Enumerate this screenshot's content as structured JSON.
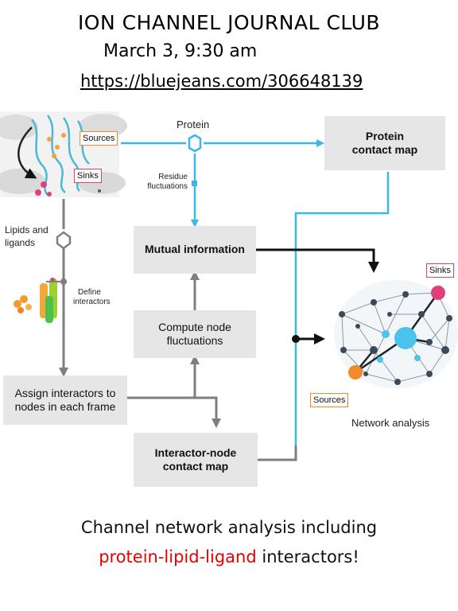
{
  "header": {
    "title": "ION CHANNEL JOURNAL CLUB",
    "date": "March 3, 9:30 am",
    "link": "https://bluejeans.com/306648139"
  },
  "diagram": {
    "labels": {
      "protein": "Protein",
      "residue_fluctuations_1": "Residue",
      "residue_fluctuations_2": "fluctuations",
      "lipids_1": "Lipids and",
      "lipids_2": "ligands",
      "define_1": "Define",
      "define_2": "interactors",
      "sources_tag": "Sources",
      "sinks_tag": "Sinks",
      "network_sinks_tag": "Sinks",
      "network_sources_tag": "Sources",
      "network_analysis": "Network analysis"
    },
    "boxes": {
      "protein_contact_map_1": "Protein",
      "protein_contact_map_2": "contact map",
      "mutual_information": "Mutual information",
      "compute_node_1": "Compute node",
      "compute_node_2": "fluctuations",
      "assign_1": "Assign interactors to",
      "assign_2": "nodes in each frame",
      "interactor_node_1": "Interactor-node",
      "interactor_node_2": "contact map"
    },
    "colors": {
      "cyan": "#3fb6e8",
      "gray_line": "#7f7f7f",
      "box_bg": "#e6e6e6",
      "sources_orange": "#f08a2c",
      "sinks_pink": "#e0407a"
    }
  },
  "footer": {
    "line1": "Channel network analysis including",
    "line2_red": "protein-lipid-ligand",
    "line2_rest": " interactors!",
    "red_color": "#e60000"
  }
}
